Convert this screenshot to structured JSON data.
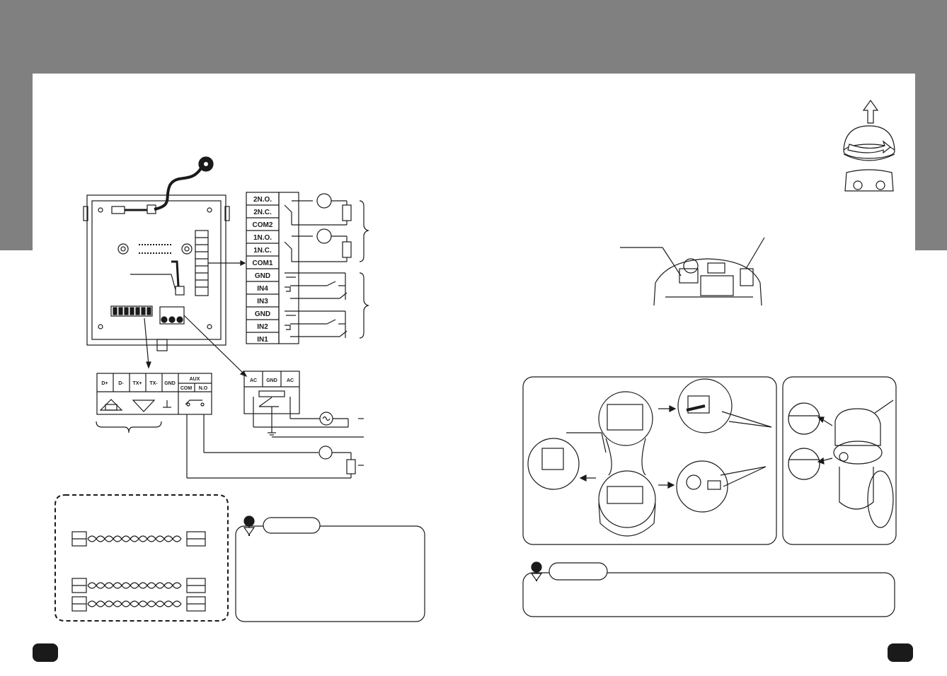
{
  "left_diagram": {
    "relay_terminals": [
      "2N.O.",
      "2N.C.",
      "COM2",
      "1N.O.",
      "1N.C.",
      "COM1"
    ],
    "input_terminals": [
      "GND",
      "IN4",
      "IN3",
      "GND",
      "IN2",
      "IN1"
    ],
    "comm_terminals": [
      "D+",
      "D-",
      "TX+",
      "TX-",
      "GND"
    ],
    "aux": {
      "header": "AUX",
      "com": "COM",
      "no": "N.O"
    },
    "power_terminals": [
      "AC",
      "GND",
      "AC"
    ]
  },
  "colors": {
    "band": "#808080",
    "page": "#ffffff",
    "ink": "#1a1a1a"
  },
  "icons": [
    "pin-icon",
    "arrow-up-icon",
    "rotate-arrow-icon"
  ]
}
